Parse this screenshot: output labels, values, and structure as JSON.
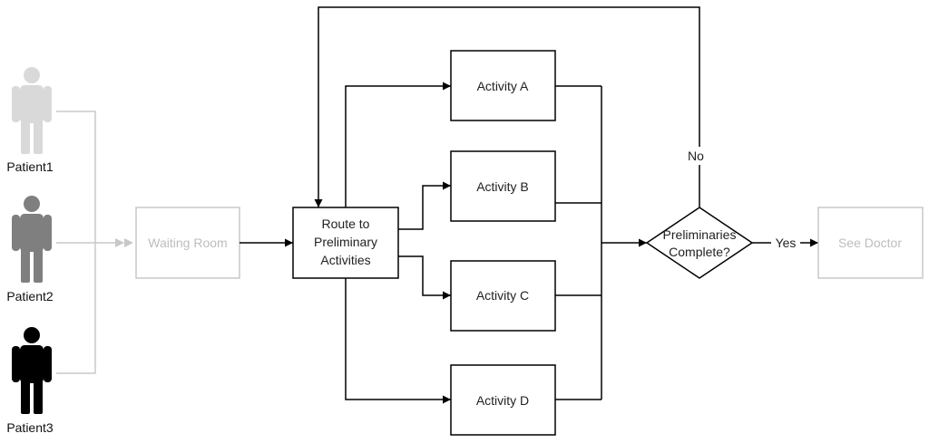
{
  "patients": [
    {
      "label": "Patient1",
      "color": "#d9d9d9"
    },
    {
      "label": "Patient2",
      "color": "#7f7f7f"
    },
    {
      "label": "Patient3",
      "color": "#000000"
    }
  ],
  "nodes": {
    "waiting_room": "Waiting Room",
    "route": [
      "Route to",
      "Preliminary",
      "Activities"
    ],
    "activity_a": "Activity A",
    "activity_b": "Activity B",
    "activity_c": "Activity C",
    "activity_d": "Activity D",
    "decision": [
      "Preliminaries",
      "Complete?"
    ],
    "see_doctor": "See Doctor"
  },
  "edge_labels": {
    "no": "No",
    "yes": "Yes"
  },
  "colors": {
    "line": "#000000",
    "faded": "#c8c8c8"
  }
}
